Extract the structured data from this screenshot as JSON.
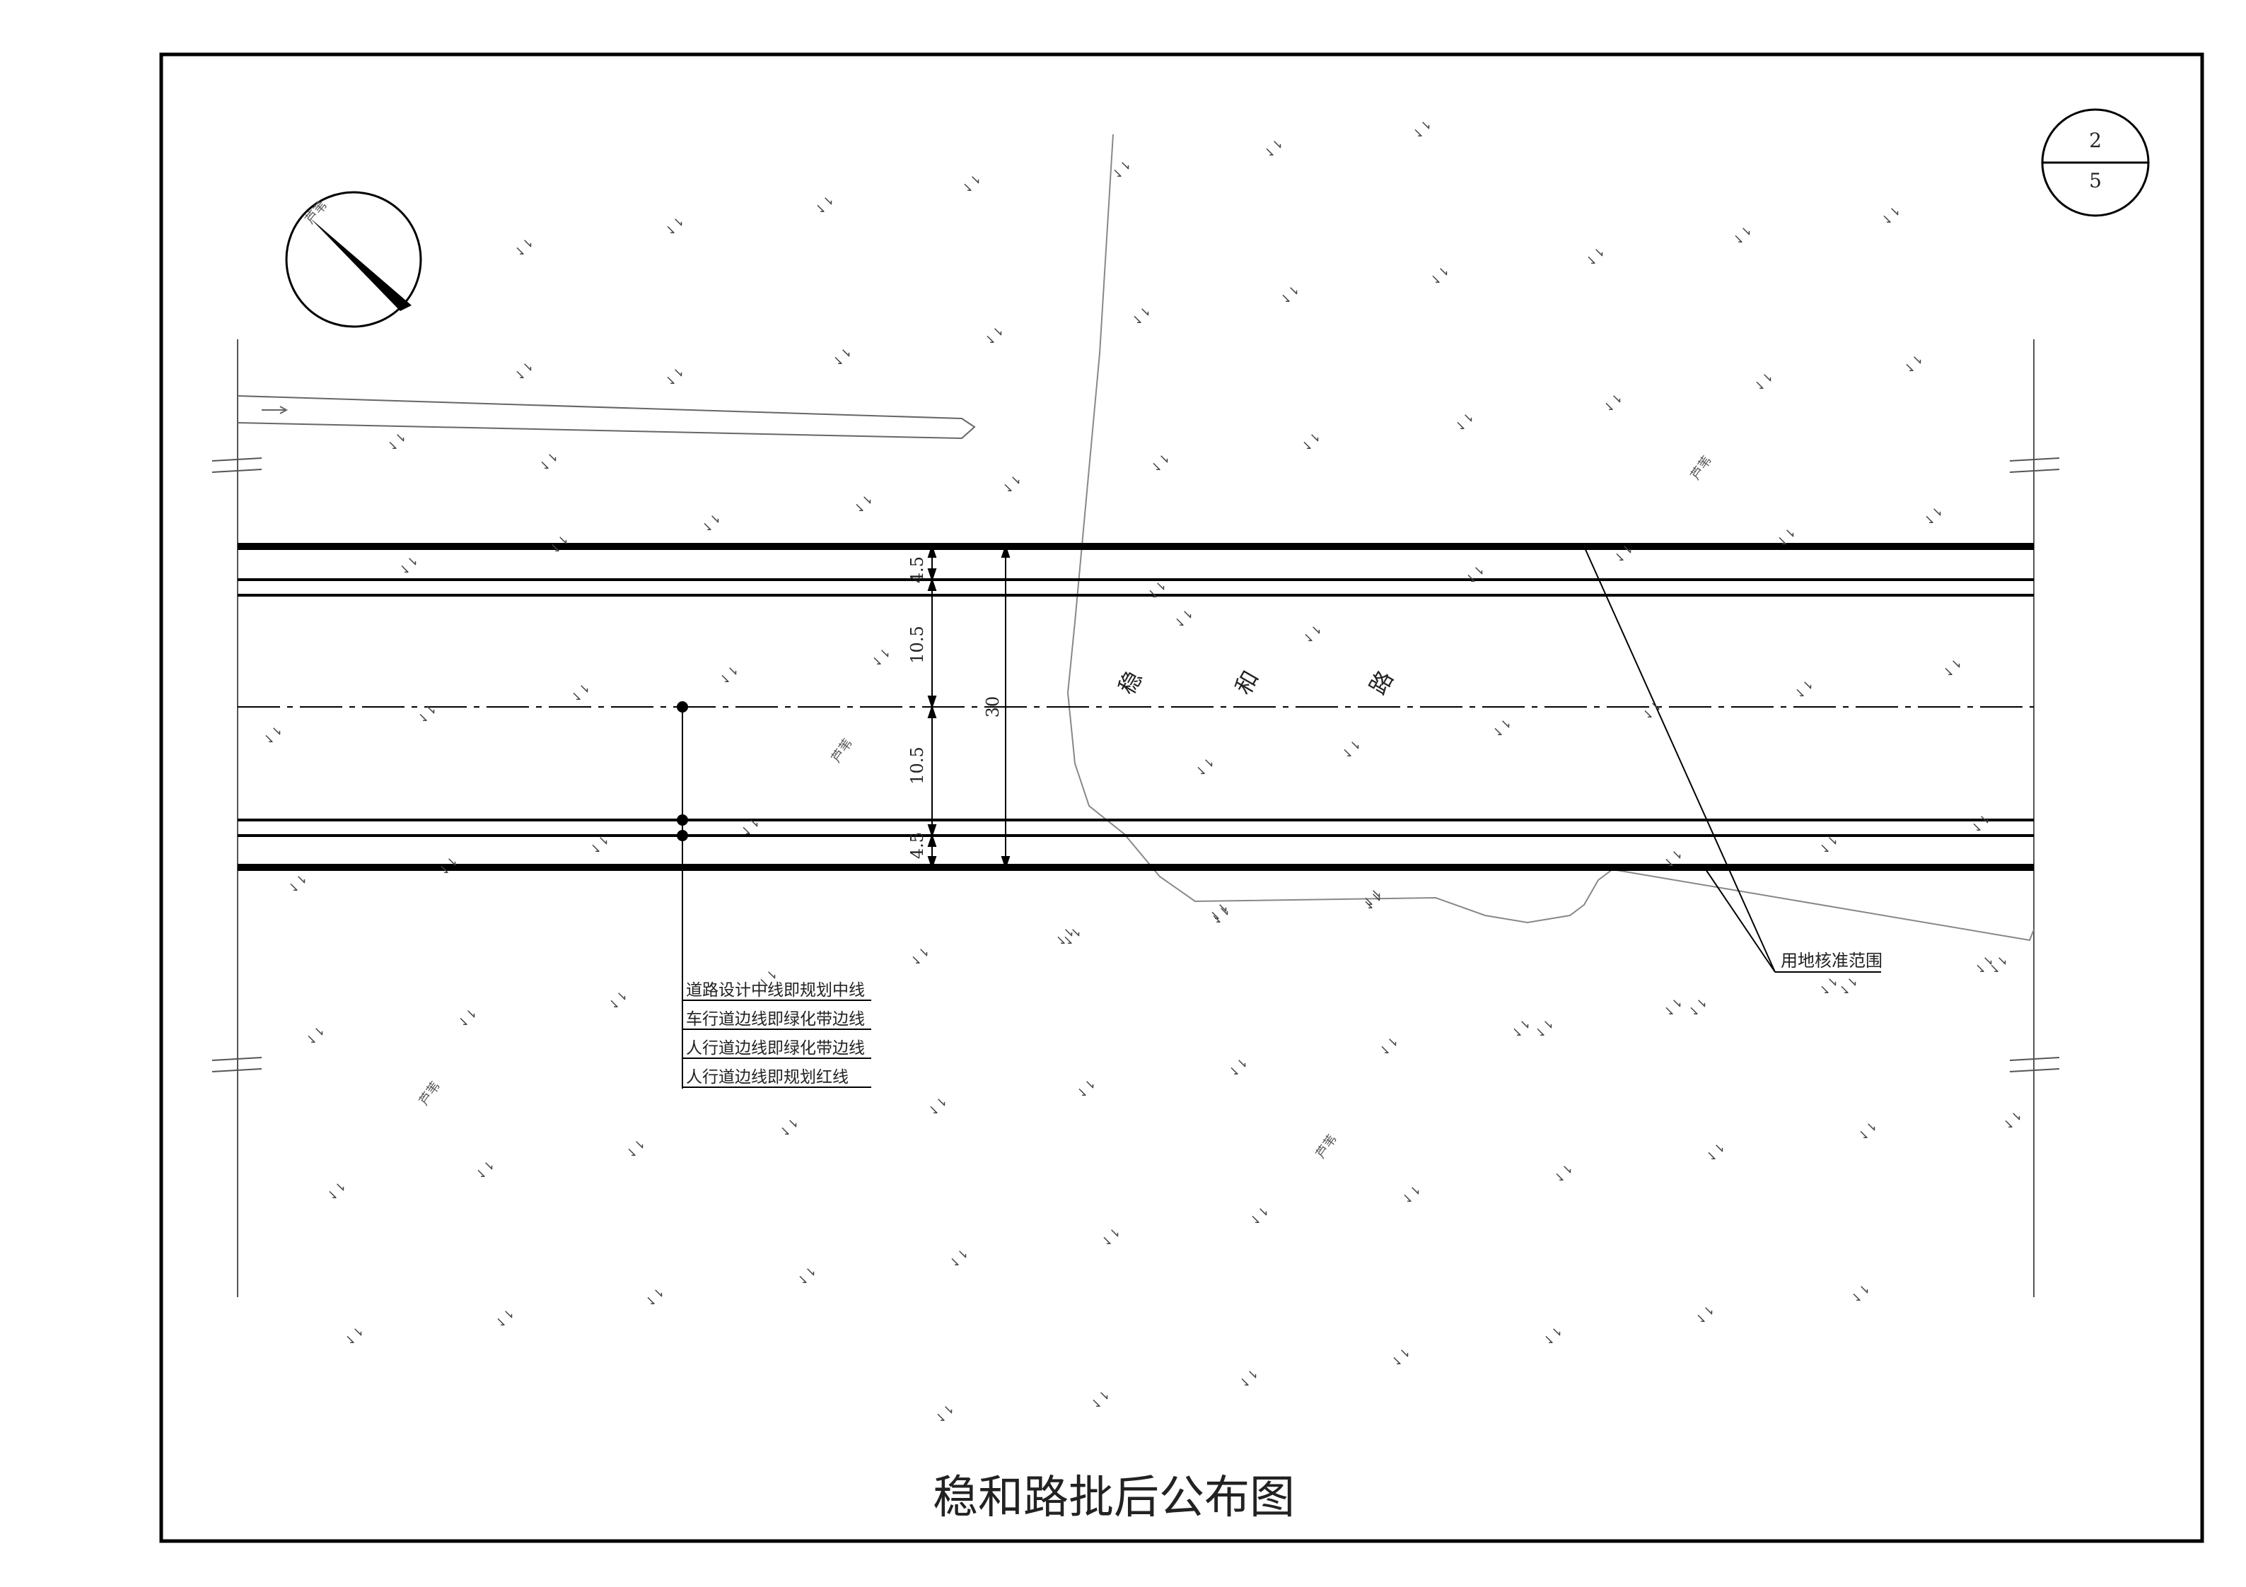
{
  "title": "稳和路批后公布图",
  "sheet": {
    "number": "2",
    "total": "5"
  },
  "north_arrow_label": "芦苇",
  "road_name_chars": [
    "稳",
    "和",
    "路"
  ],
  "dimensions": {
    "d1": "4.5",
    "d2": "10.5",
    "d3": "10.5",
    "d4": "4.5",
    "total": "30"
  },
  "legend": [
    "道路设计中线即规划中线",
    "车行道边线即绿化带边线",
    "人行道边线即绿化带边线",
    "人行道边线即规划红线"
  ],
  "land_use_label": "用地核准范围",
  "vegetation_label": "芦苇",
  "marsh_symbol": "⇃⇂",
  "colors": {
    "line": "#000000",
    "terrain": "#888888",
    "marsh": "#444444"
  }
}
